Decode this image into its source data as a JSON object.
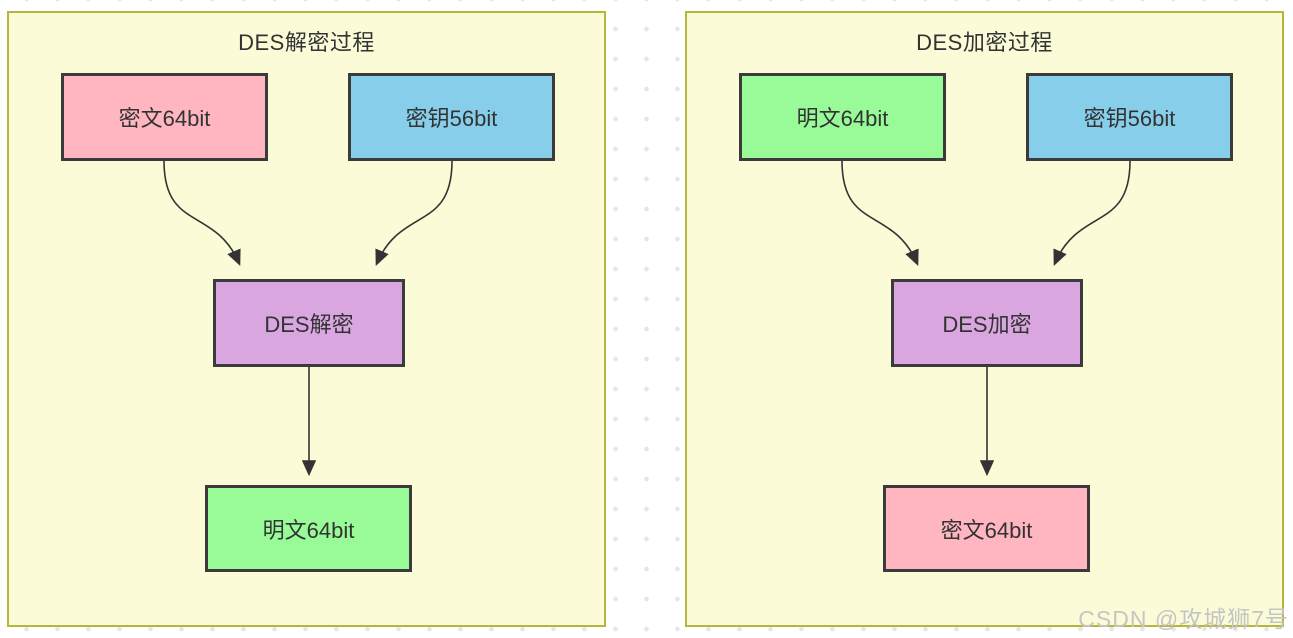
{
  "watermark": "CSDN @攻城狮7号",
  "colors": {
    "panel_bg": "#FBFBD8",
    "panel_border": "#b6b63b",
    "node_border": "#3b3b3b",
    "pink": "#FFB6C1",
    "blue": "#87CEEB",
    "purple": "#D9A6E0",
    "green": "#98FB98",
    "text": "#333333",
    "arrow": "#333333",
    "watermark_gray": "#c5c5c5"
  },
  "panels": [
    {
      "title": "DES解密过程",
      "boxes": {
        "input1": "密文64bit",
        "input2": "密钥56bit",
        "process": "DES解密",
        "output": "明文64bit"
      }
    },
    {
      "title": "DES加密过程",
      "boxes": {
        "input1": "明文64bit",
        "input2": "密钥56bit",
        "process": "DES加密",
        "output": "密文64bit"
      }
    }
  ]
}
